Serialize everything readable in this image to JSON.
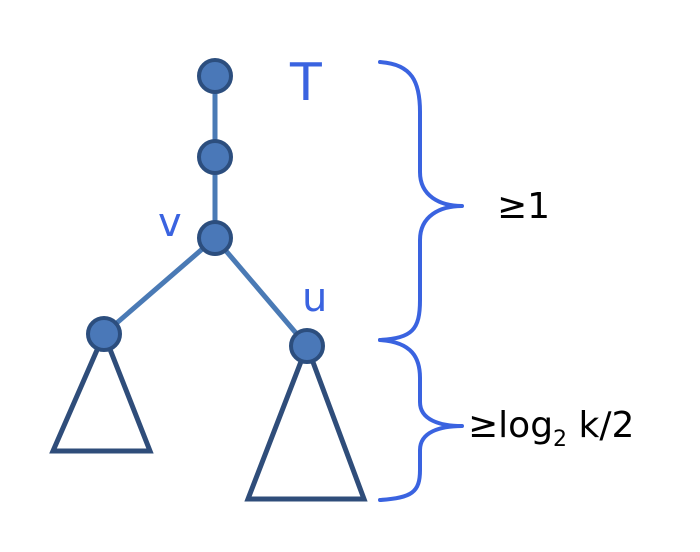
{
  "labels": {
    "root": "T",
    "v": "v",
    "u": "u",
    "upper_bound": "≥1",
    "lower_bound_prefix": "≥log",
    "lower_bound_sub": "2",
    "lower_bound_suffix": " k/2"
  },
  "colors": {
    "node_fill": "#4a78b8",
    "node_stroke": "#2c4e7e",
    "edge": "#4a7ab5",
    "triangle": "#2f4d7a",
    "brace": "#3a63e0",
    "label_blue": "#3a63e0",
    "label_black": "#000000"
  }
}
